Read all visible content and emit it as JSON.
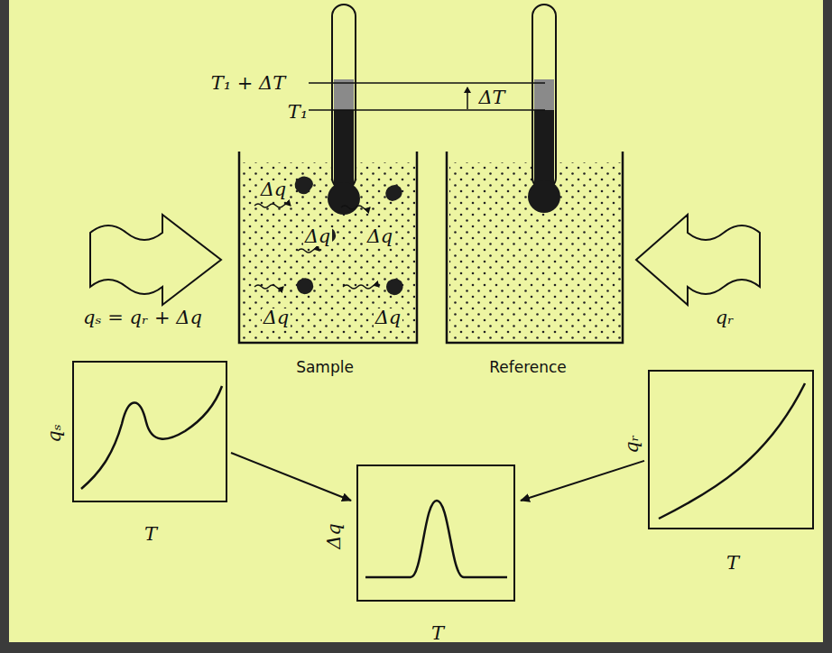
{
  "diagram": {
    "nodes": [
      {
        "text": [
          "Sample"
        ]
      },
      {
        "text": [
          "Reference"
        ]
      },
      {
        "text": [
          "qₛ",
          "T"
        ]
      },
      {
        "text": [
          "Δq",
          "T"
        ]
      },
      {
        "text": [
          "qᵣ",
          "T"
        ]
      }
    ],
    "edges": [
      {
        "from": 2,
        "to": 3,
        "arrow": "to"
      },
      {
        "from": 4,
        "to": 3,
        "arrow": "to"
      }
    ],
    "labels": [
      "T₁ + ΔT",
      "T₁",
      "ΔT",
      "Δq",
      "Δq",
      "Δq",
      "Δq",
      "Δq",
      "qₛ = qᵣ + Δq",
      "qᵣ"
    ]
  }
}
